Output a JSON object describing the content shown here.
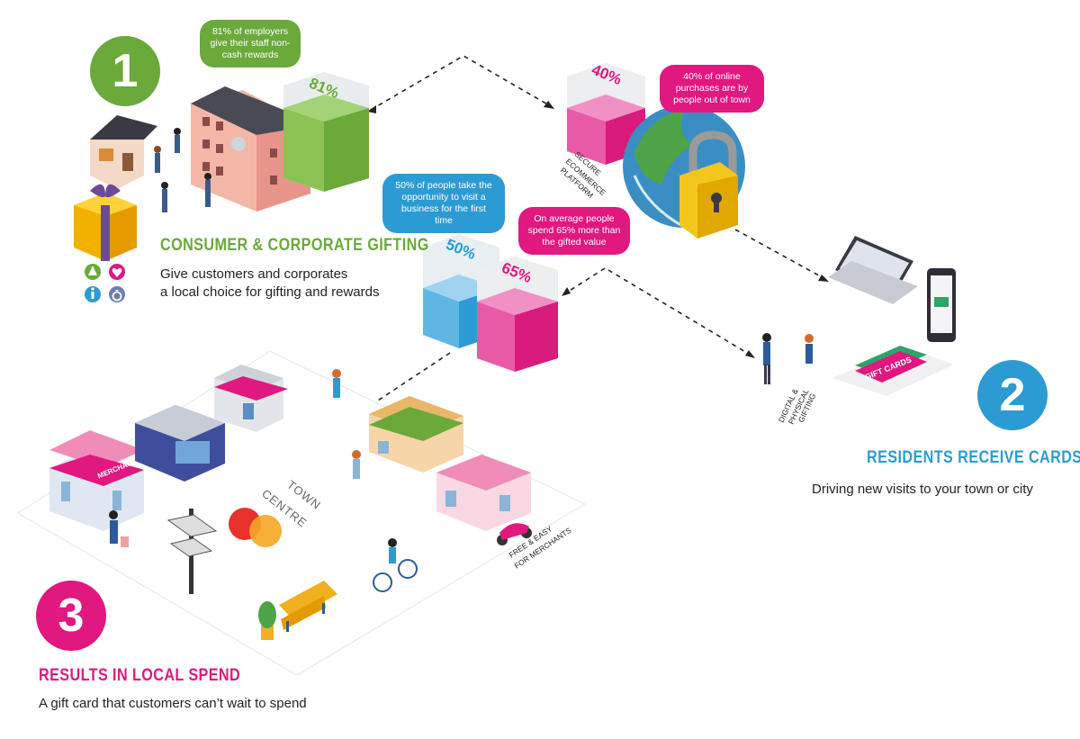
{
  "colors": {
    "green": "#6aa93a",
    "blue": "#2d9bd3",
    "magenta": "#e0187f",
    "dark_text": "#222222"
  },
  "step1": {
    "number": "1",
    "title": "CONSUMER & CORPORATE GIFTING",
    "description_line1": "Give customers and corporates",
    "description_line2": "a local choice for gifting and rewards",
    "stat_bubble": "81% of employers give their staff non-cash rewards",
    "stat_value": "81%",
    "stat_fraction": 0.81,
    "icons": [
      "tree-icon",
      "heart-icon",
      "info-icon",
      "ring-icon"
    ]
  },
  "platform": {
    "label_line1": "SECURE",
    "label_line2": "ECOMMERCE",
    "label_line3": "PLATFORM",
    "stat_bubble": "40% of online purchases are by people out of town",
    "stat_value": "40%",
    "stat_fraction": 0.4
  },
  "visits": {
    "stat_bubble": "50% of people take the opportunity to visit a business for the first time",
    "stat_value": "50%",
    "stat_fraction": 0.5
  },
  "spend": {
    "stat_bubble": "On average people spend 65% more than the gifted value",
    "stat_value": "65%",
    "stat_fraction": 0.65
  },
  "step2": {
    "number": "2",
    "title": "RESIDENTS RECEIVE CARDS",
    "description": "Driving new visits to your town or city",
    "gifting_line1": "DIGITAL &",
    "gifting_line2": "PHYSICAL",
    "gifting_line3": "GIFTING",
    "card_label": "GIFT CARDS"
  },
  "step3": {
    "number": "3",
    "title": "RESULTS IN LOCAL SPEND",
    "description": "A gift card that customers can’t wait to spend"
  },
  "town": {
    "label_line1": "TOWN",
    "label_line2": "CENTRE",
    "merchant_sign": "MERCHANT",
    "merchants_line1": "FREE & EASY",
    "merchants_line2": "FOR MERCHANTS"
  }
}
